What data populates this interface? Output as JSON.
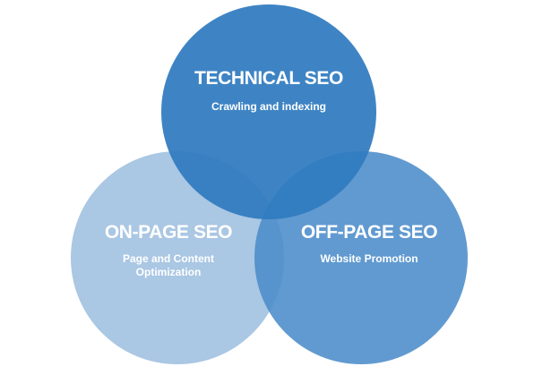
{
  "diagram": {
    "circles": [
      {
        "id": "technical",
        "title": "TECHNICAL SEO",
        "subtitle_lines": [
          "Crawling and indexing"
        ],
        "color": "#2f7bc0"
      },
      {
        "id": "onpage",
        "title": "ON-PAGE SEO",
        "subtitle_lines": [
          "Page and Content",
          "Optimization"
        ],
        "color": "#a5c4e2"
      },
      {
        "id": "offpage",
        "title": "OFF-PAGE SEO",
        "subtitle_lines": [
          "Website Promotion"
        ],
        "color": "#4b8cc9"
      }
    ],
    "background": "#ffffff"
  }
}
